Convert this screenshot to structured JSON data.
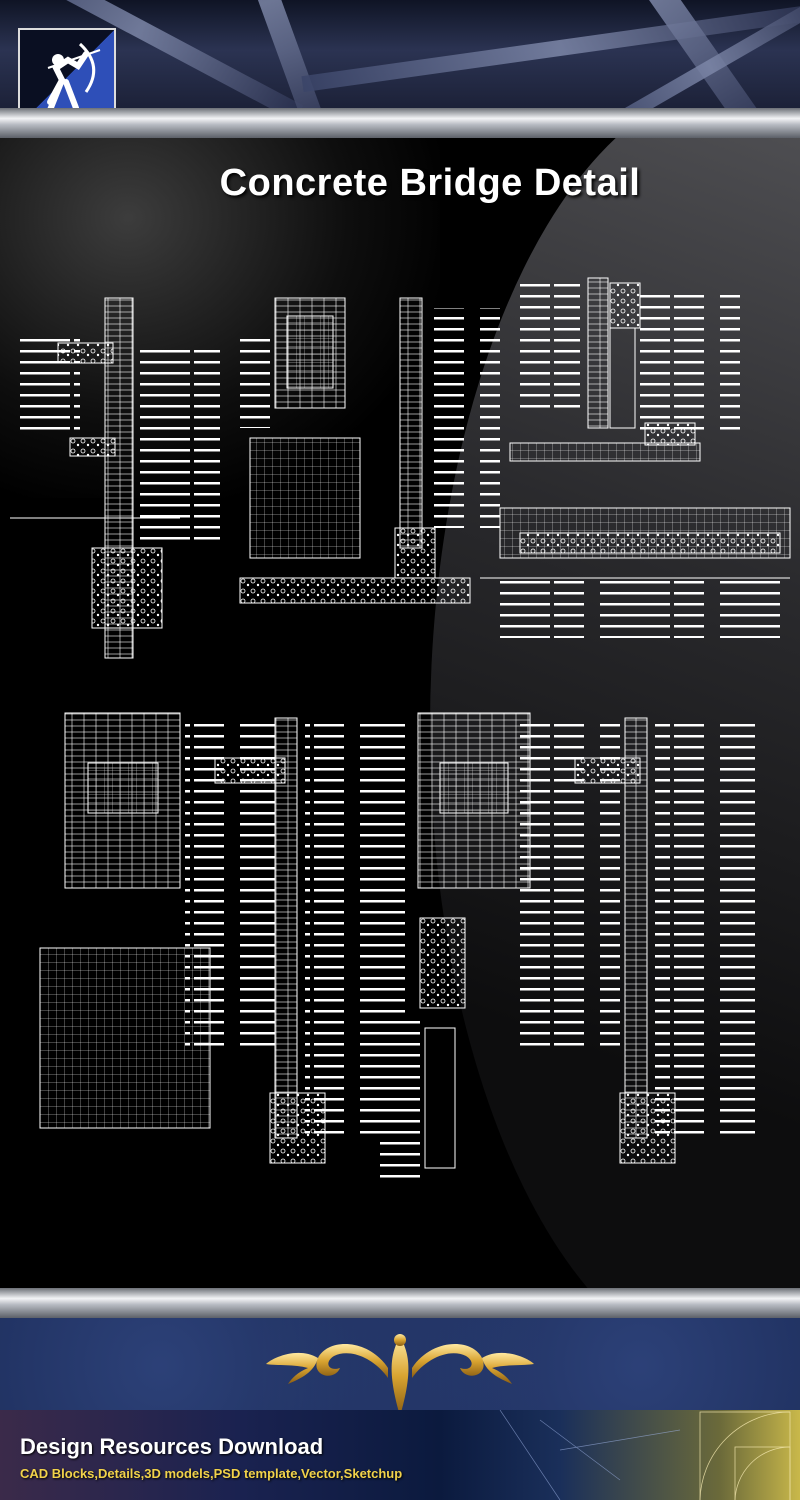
{
  "header": {
    "logo_icon": "archer-logo-icon"
  },
  "main": {
    "title": "Concrete Bridge Detail"
  },
  "footer": {
    "title": "Design Resources Download",
    "subtitle": "CAD Blocks,Details,3D models,PSD template,Vector,Sketchup",
    "ornament_icon": "gold-ornament-icon"
  },
  "colors": {
    "background": "#000000",
    "footer_navy": "#14224a",
    "subtitle_gold": "#f1d24a",
    "title_white": "#ffffff"
  }
}
